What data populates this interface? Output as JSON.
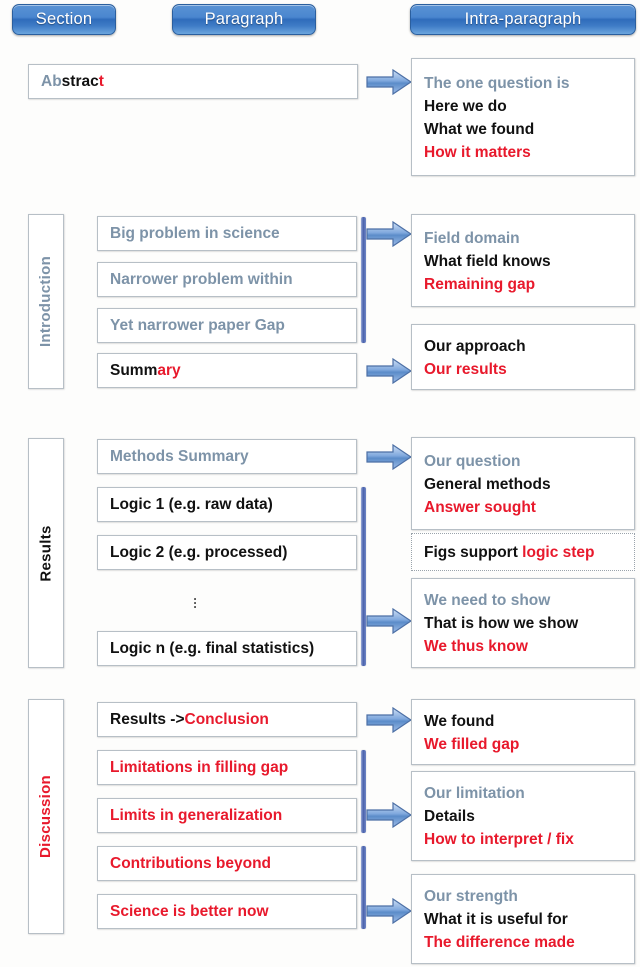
{
  "header": {
    "columns": [
      {
        "label": "Section"
      },
      {
        "label": "Paragraph"
      },
      {
        "label": "Intra-paragraph"
      }
    ]
  },
  "accent_colors": {
    "pill_blue": "#3f7cc6",
    "pill_blue_dark": "#2b5f9e",
    "gray_blue_text": "#7d93a8",
    "red_text": "#e8192c",
    "black_text": "#111111",
    "box_border": "#b7bfc6",
    "vbar_blue": "#4a63ad"
  },
  "sections": [
    {
      "id": "abstract",
      "label": null,
      "paragraphs": [
        {
          "id": "abstract-para",
          "parts": [
            {
              "text": "Ab",
              "color": "gray"
            },
            {
              "text": "strac",
              "color": "black"
            },
            {
              "text": "t",
              "color": "red"
            }
          ]
        }
      ],
      "intra": [
        {
          "id": "abstract-intra",
          "lines": [
            {
              "text": "The one question is",
              "color": "gray"
            },
            {
              "text": "Here we do",
              "color": "black"
            },
            {
              "text": "What we found",
              "color": "black"
            },
            {
              "text": "How it matters",
              "color": "red"
            }
          ]
        }
      ]
    },
    {
      "id": "introduction",
      "label": "Introduction",
      "label_color": "gray",
      "paragraphs": [
        {
          "id": "intro-p1",
          "parts": [
            {
              "text": "Big problem in science",
              "color": "gray"
            }
          ]
        },
        {
          "id": "intro-p2",
          "parts": [
            {
              "text": "Narrower problem within",
              "color": "gray"
            }
          ]
        },
        {
          "id": "intro-p3",
          "parts": [
            {
              "text": "Yet narrower paper Gap",
              "color": "gray"
            }
          ]
        },
        {
          "id": "intro-p4",
          "parts": [
            {
              "text": "Summ",
              "color": "black"
            },
            {
              "text": "ary",
              "color": "red"
            }
          ]
        }
      ],
      "intra": [
        {
          "id": "intro-intra1",
          "lines": [
            {
              "text": "Field domain",
              "color": "gray"
            },
            {
              "text": "What field knows",
              "color": "black"
            },
            {
              "text": "Remaining gap",
              "color": "red"
            }
          ]
        },
        {
          "id": "intro-intra2",
          "lines": [
            {
              "text": "Our approach",
              "color": "black"
            },
            {
              "text": "Our results",
              "color": "red"
            }
          ]
        }
      ]
    },
    {
      "id": "results",
      "label": "Results",
      "label_color": "black",
      "paragraphs": [
        {
          "id": "res-p1",
          "parts": [
            {
              "text": "Methods Summary",
              "color": "gray"
            }
          ]
        },
        {
          "id": "res-p2",
          "parts": [
            {
              "text": "Logic 1 (e.g. raw data)",
              "color": "black"
            }
          ]
        },
        {
          "id": "res-p3",
          "parts": [
            {
              "text": "Logic 2 (e.g. processed)",
              "color": "black"
            }
          ]
        },
        {
          "id": "res-ellipsis",
          "ellipsis": true
        },
        {
          "id": "res-p4",
          "parts": [
            {
              "text": "Logic n (e.g. final statistics)",
              "color": "black"
            }
          ]
        }
      ],
      "intra": [
        {
          "id": "res-intra1",
          "lines": [
            {
              "text": "Our question",
              "color": "gray"
            },
            {
              "text": "General methods",
              "color": "black"
            },
            {
              "text": "Answer sought",
              "color": "red"
            }
          ]
        },
        {
          "id": "res-intra-figs",
          "dotted": true,
          "lines": [
            {
              "text": "Figs support ",
              "color": "black",
              "inline": true
            },
            {
              "text": "logic step",
              "color": "red",
              "inline": true
            }
          ]
        },
        {
          "id": "res-intra2",
          "lines": [
            {
              "text": "We need to show",
              "color": "gray"
            },
            {
              "text": "That is how we show",
              "color": "black"
            },
            {
              "text": "We thus know",
              "color": "red"
            }
          ]
        }
      ]
    },
    {
      "id": "discussion",
      "label": "Discussion",
      "label_color": "red",
      "paragraphs": [
        {
          "id": "dis-p1",
          "parts": [
            {
              "text": "Results -> ",
              "color": "black"
            },
            {
              "text": "Conclusion",
              "color": "red"
            }
          ]
        },
        {
          "id": "dis-p2",
          "parts": [
            {
              "text": "Limitations in filling gap",
              "color": "red"
            }
          ]
        },
        {
          "id": "dis-p3",
          "parts": [
            {
              "text": "Limits in generalization",
              "color": "red"
            }
          ]
        },
        {
          "id": "dis-p4",
          "parts": [
            {
              "text": "Contributions beyond",
              "color": "red"
            }
          ]
        },
        {
          "id": "dis-p5",
          "parts": [
            {
              "text": "Science is better now",
              "color": "red"
            }
          ]
        }
      ],
      "intra": [
        {
          "id": "dis-intra1",
          "lines": [
            {
              "text": "We found",
              "color": "black"
            },
            {
              "text": "We filled gap",
              "color": "red"
            }
          ]
        },
        {
          "id": "dis-intra2",
          "lines": [
            {
              "text": "Our limitation",
              "color": "gray"
            },
            {
              "text": "Details",
              "color": "black"
            },
            {
              "text": "How to interpret / fix",
              "color": "red"
            }
          ]
        },
        {
          "id": "dis-intra3",
          "lines": [
            {
              "text": "Our strength",
              "color": "gray"
            },
            {
              "text": "What it is useful for",
              "color": "black"
            },
            {
              "text": "The difference made",
              "color": "red"
            }
          ]
        }
      ]
    }
  ],
  "icons": {
    "arrow": "right-block-arrow",
    "ellipsis": "vertical-ellipsis"
  }
}
